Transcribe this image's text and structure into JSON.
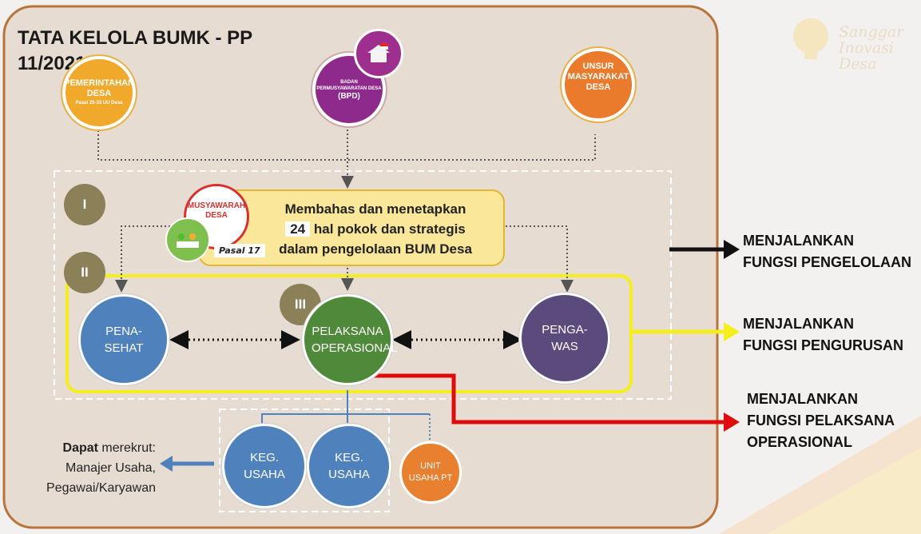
{
  "title": "TATA KELOLA BUMK - PP 11/2021",
  "brand": "Sanggar Inovasi Desa",
  "top_nodes": {
    "pemerintahan": {
      "label": "PEMERINTAHAN DESA",
      "sub": "Pasal 25-33 UU Desa"
    },
    "bpd": {
      "label1": "BADAN PERMUSYAWARATAN DESA",
      "label2": "(BPD)"
    },
    "masyarakat": {
      "label": "UNSUR MASYARAKAT DESA"
    }
  },
  "roman": {
    "one": "I",
    "two": "II",
    "three": "III"
  },
  "musyawarah": {
    "badge": "MUSYAWARAH DESA",
    "line1": "Membahas dan menetapkan",
    "number": "24",
    "line2": "hal pokok dan strategis",
    "line3": "dalam pengelolaan BUM Desa",
    "pasal": "Pasal 17"
  },
  "organs": {
    "penasehat": "PENA-SEHAT",
    "pelaksana": "PELAKSANA OPERASIONAL",
    "pengawas": "PENGA-WAS"
  },
  "units": {
    "keg1": "KEG. USAHA",
    "keg2": "KEG. USAHA",
    "pt": "UNIT USAHA PT"
  },
  "recruit": {
    "bold": "Dapat",
    "rest": " merekrut:",
    "line2": "Manajer Usaha,",
    "line3": "Pegawai/Karyawan"
  },
  "functions": {
    "pengelolaan": [
      "MENJALANKAN",
      "FUNGSI PENGELOLAAN"
    ],
    "pengurusan": [
      "MENJALANKAN",
      "FUNGSI PENGURUSAN"
    ],
    "pelaksana": [
      "MENJALANKAN",
      "FUNGSI PELAKSANA",
      "OPERASIONAL"
    ]
  },
  "colors": {
    "panel": "#e6dcd2",
    "panel_border": "#b8743a",
    "penasehat": "#4f81bd",
    "pelaksana": "#4f8a3a",
    "pengawas": "#5b4a7c",
    "keg": "#4f81bd",
    "pt": "#e8802f",
    "bpd": "#8e2a8c",
    "arrow_black": "#111111",
    "arrow_yellow": "#f4ee1c",
    "arrow_red": "#e10b0b"
  }
}
